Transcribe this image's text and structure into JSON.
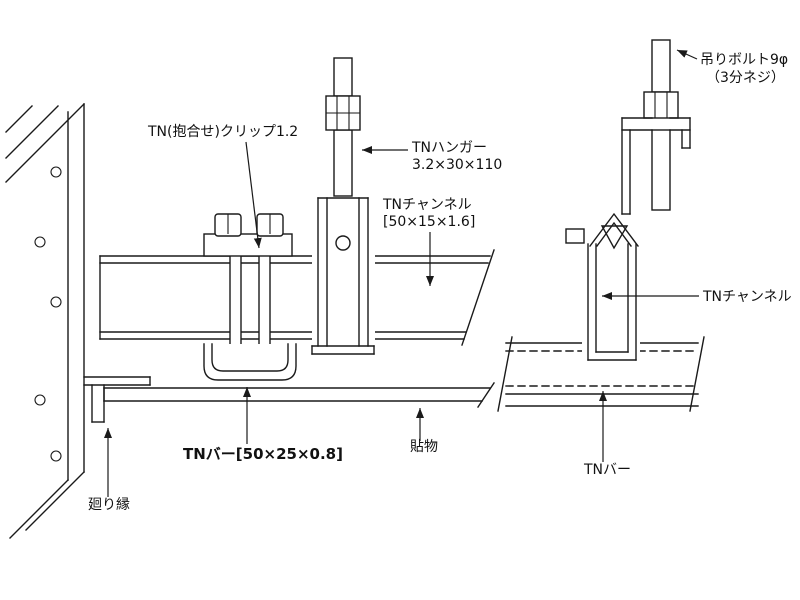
{
  "labels": {
    "clip": {
      "text": "TN(抱合せ)クリップ1.2"
    },
    "hanger": {
      "line1": "TNハンガー",
      "line2": "3.2×30×110"
    },
    "channel_left": {
      "line1": "TNチャンネル",
      "line2": "[50×15×1.6]"
    },
    "hanging_bolt": {
      "line1": "吊りボルト9φ",
      "line2": "（3分ネジ）"
    },
    "bar_left": {
      "text": "TNバー[50×25×0.8]"
    },
    "board": {
      "text": "貼物"
    },
    "molding": {
      "text": "廻り縁"
    },
    "channel_right": {
      "text": "TNチャンネル"
    },
    "bar_right": {
      "text": "TNバー"
    }
  },
  "colors": {
    "line": "#1a1a1a",
    "background": "#ffffff"
  }
}
